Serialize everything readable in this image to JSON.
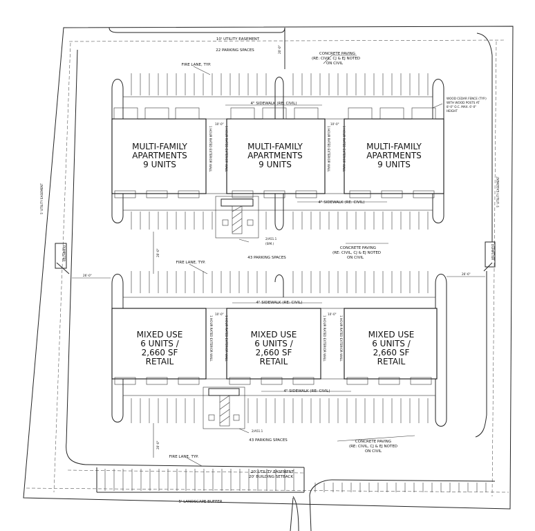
{
  "buildings_top": [
    {
      "line1": "MULTI-FAMILY",
      "line2": "APARTMENTS",
      "line3": "9 UNITS"
    },
    {
      "line1": "MULTI-FAMILY",
      "line2": "APARTMENTS",
      "line3": "9 UNITS"
    },
    {
      "line1": "MULTI-FAMILY",
      "line2": "APARTMENTS",
      "line3": "9 UNITS"
    }
  ],
  "buildings_bottom": [
    {
      "line1": "MIXED USE",
      "line2": "6 UNITS /",
      "line3": "2,660 SF",
      "line4": "RETAIL"
    },
    {
      "line1": "MIXED USE",
      "line2": "6 UNITS /",
      "line3": "2,660 SF",
      "line4": "RETAIL"
    },
    {
      "line1": "MIXED USE",
      "line2": "6 UNITS /",
      "line3": "2,660 SF",
      "line4": "RETAIL"
    }
  ],
  "wall_label": "1 HOUR RATED EXTERIOR WALL",
  "wall_dim": "10'-0\"",
  "labels": {
    "utility_easement_top": "10' UTILITY EASEMENT",
    "parking_top": "22 PARKING SPACES",
    "dim_top": "20'-0\"",
    "concrete_top_1": "CONCRETE PAVING",
    "concrete_top_2": "(RE: CIVIL, CJ & EJ NOTED",
    "concrete_top_3": "ON CIVIL",
    "fire_lane_top": "FIRE LANE, TYP.",
    "sidewalk_1": "4\" SIDEWALK (RE: CIVIL)",
    "fence_1": "WOOD CEDAR FENCE (TYP.)",
    "fence_2": "WITH WOOD POSTS AT",
    "fence_3": "8'-0\" O.C. MAX. 6'-0\"",
    "fence_4": "HEIGHT",
    "sidewalk_2": "4\" SIDEWALK (RE: CIVIL)",
    "dumpster_ref_1": "2/A51.1",
    "dumpster_ref_1b": "(SIM.)",
    "concrete_mid_1": "CONCRETE PAVING",
    "concrete_mid_2": "(RE: CIVIL, CJ & EJ NOTED",
    "concrete_mid_3": "ON CIVIL",
    "parking_mid": "43 PARKING SPACES",
    "dim_mid": "20'-0\"",
    "fire_lane_mid": "FIRE LANE, TYP.",
    "dim_left": "26'-0\"",
    "dim_right": "26'-6\"",
    "sidewalk_3": "4\" SIDEWALK (RE: CIVIL)",
    "sidewalk_4": "4\" SIDEWALK (RE: CIVIL)",
    "dumpster_ref_2": "2/A51.1",
    "parking_bottom": "43 PARKING SPACES",
    "dim_bottom": "20'-0\"",
    "concrete_bot_1": "CONCRETE PAVING",
    "concrete_bot_2": "(RE: CIVIL, CJ & EJ NOTED",
    "concrete_bot_3": "ON CIVIL",
    "fire_lane_bot": "FIRE LANE, TYP.",
    "utility_easement_bot": "20' UTILITY EASEMENT",
    "building_setback": "20' BUILDING SETBACK",
    "landscape_buffer": "5' LANDSCAPE BUFFER",
    "utility_easement_left": "5' UTILITY EASEMENT",
    "utility_easement_right": "5' UTILITY EASEMENT",
    "dumpster_left": "DUMPSTER",
    "dumpster_right": "DUMPSTER"
  }
}
